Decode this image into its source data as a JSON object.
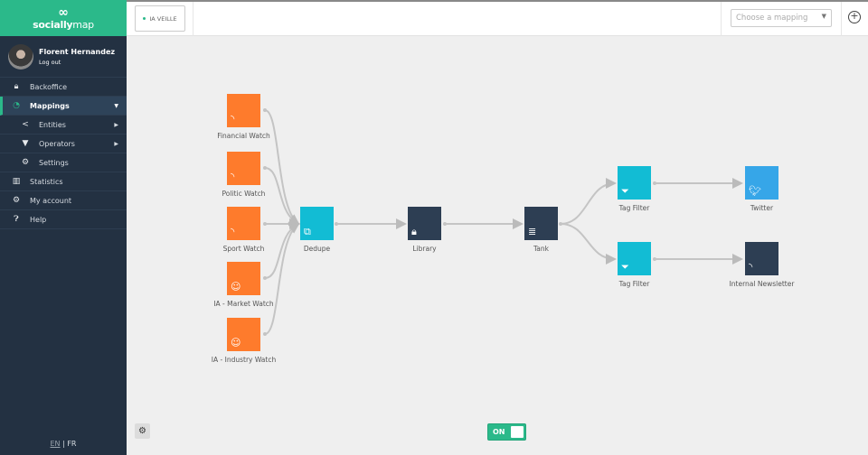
{
  "brand": {
    "name_bold": "socially",
    "name_light": "map",
    "color": "#2bb98a"
  },
  "user": {
    "name": "Florent Hernandez",
    "logout": "Log out"
  },
  "sidebar": {
    "items": [
      {
        "label": "Backoffice",
        "icon": "lock-icon"
      },
      {
        "label": "Mappings",
        "icon": "compass-icon"
      },
      {
        "label": "Entities",
        "icon": "share-icon"
      },
      {
        "label": "Operators",
        "icon": "filter-icon"
      },
      {
        "label": "Settings",
        "icon": "gear-icon"
      },
      {
        "label": "Statistics",
        "icon": "bar-chart-icon"
      },
      {
        "label": "My account",
        "icon": "gear-icon"
      },
      {
        "label": "Help",
        "icon": "question-icon"
      }
    ],
    "lang": {
      "en": "EN",
      "sep": "|",
      "fr": "FR"
    }
  },
  "topbar": {
    "tab": "IA VEILLE",
    "select_placeholder": "Choose a mapping"
  },
  "nodes": [
    {
      "label": "Financial Watch",
      "type": "rss",
      "color": "#fe7b2c"
    },
    {
      "label": "Politic Watch",
      "type": "rss",
      "color": "#fe7b2c"
    },
    {
      "label": "Sport Watch",
      "type": "rss",
      "color": "#fe7b2c"
    },
    {
      "label": "IA - Market Watch",
      "type": "robot",
      "color": "#fe7b2c"
    },
    {
      "label": "IA - Industry Watch",
      "type": "robot",
      "color": "#fe7b2c"
    },
    {
      "label": "Dedupe",
      "type": "dedupe",
      "color": "#12bcd4"
    },
    {
      "label": "Library",
      "type": "lock",
      "color": "#2d3e53"
    },
    {
      "label": "Tank",
      "type": "database",
      "color": "#2d3e53"
    },
    {
      "label": "Tag Filter",
      "type": "filter",
      "color": "#12bcd4"
    },
    {
      "label": "Tag Filter",
      "type": "filter",
      "color": "#12bcd4"
    },
    {
      "label": "Twitter",
      "type": "twitter",
      "color": "#36a6e8"
    },
    {
      "label": "Internal Newsletter",
      "type": "rss",
      "color": "#2d3e53"
    }
  ],
  "toggle": {
    "label": "ON",
    "state": true
  }
}
